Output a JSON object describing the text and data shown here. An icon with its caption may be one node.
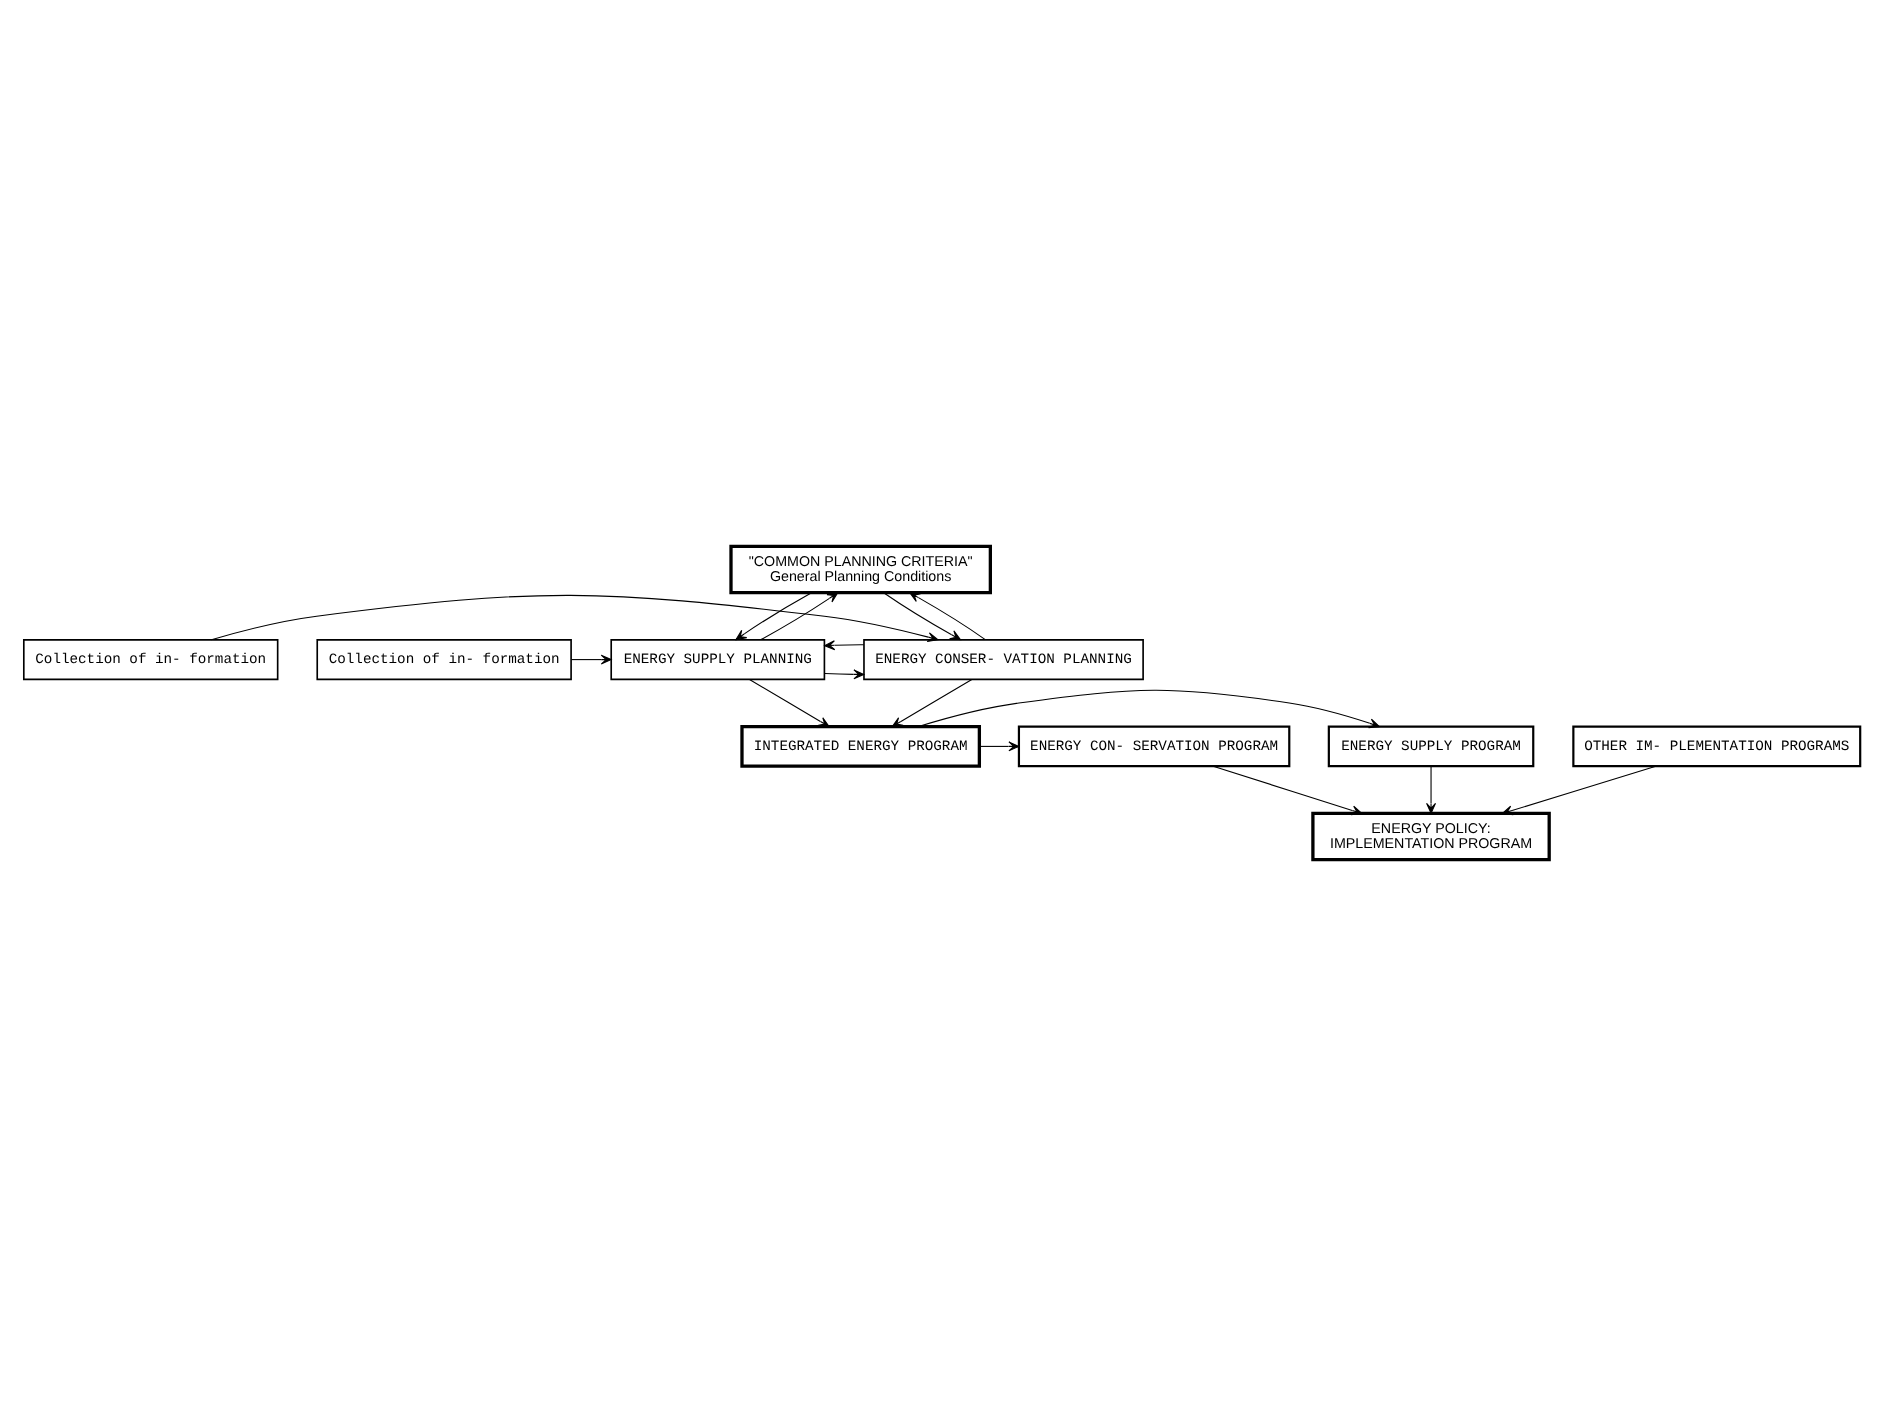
{
  "diagram": {
    "nodes": [
      {
        "text": [
          "\"COMMON PLANNING CRITERIA\"",
          "General Planning Conditions"
        ]
      },
      {
        "text": [
          "Collection of in- formation"
        ]
      },
      {
        "text": [
          "ENERGY SUPPLY PLANNING"
        ]
      },
      {
        "text": [
          "ENERGY CONSER- VATION PLANNING"
        ]
      },
      {
        "text": [
          "Collection of in- formation"
        ]
      },
      {
        "text": [
          "ENERGY SUPPLY PROGRAM"
        ]
      },
      {
        "text": [
          "INTEGRATED ENERGY PROGRAM"
        ]
      },
      {
        "text": [
          "ENERGY CON- SERVATION PROGRAM"
        ]
      },
      {
        "text": [
          "ENERGY POLICY:",
          "IMPLEMENTATION PROGRAM"
        ]
      },
      {
        "text": [
          "OTHER IM- PLEMENTATION PROGRAMS"
        ]
      }
    ],
    "edges": [
      {
        "from": 0,
        "to": 2,
        "arrow": "to"
      },
      {
        "from": 2,
        "to": 0,
        "arrow": "to"
      },
      {
        "from": 0,
        "to": 3,
        "arrow": "to"
      },
      {
        "from": 3,
        "to": 0,
        "arrow": "to"
      },
      {
        "from": 1,
        "to": 2,
        "arrow": "to"
      },
      {
        "from": 2,
        "to": 3,
        "arrow": "to"
      },
      {
        "from": 3,
        "to": 2,
        "arrow": "to"
      },
      {
        "from": 4,
        "to": 3,
        "arrow": "to"
      },
      {
        "from": 2,
        "to": 6,
        "arrow": "to"
      },
      {
        "from": 3,
        "to": 6,
        "arrow": "to"
      },
      {
        "from": 6,
        "to": 5,
        "arrow": "to"
      },
      {
        "from": 6,
        "to": 7,
        "arrow": "to"
      },
      {
        "from": 5,
        "to": 8,
        "arrow": "to"
      },
      {
        "from": 7,
        "to": 8,
        "arrow": "to"
      },
      {
        "from": 9,
        "to": 8,
        "arrow": "to"
      }
    ]
  }
}
